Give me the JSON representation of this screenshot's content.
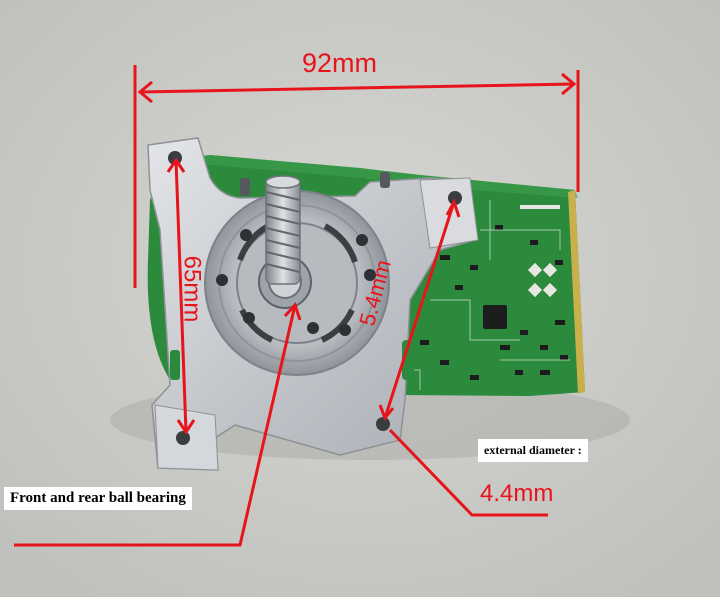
{
  "labels": {
    "width_dim": "92mm",
    "height_dim": "65mm",
    "pcd_dim": "5.4mm",
    "hole_dim": "4.4mm",
    "external_diameter": "external diameter :",
    "bearing_note": "Front and rear ball bearing"
  },
  "colors": {
    "annotation_red": "#e8141b",
    "pcb_green": "#2e8b3e",
    "metal_silver": "#c9ccd0",
    "background_gray": "#cbccc8"
  }
}
